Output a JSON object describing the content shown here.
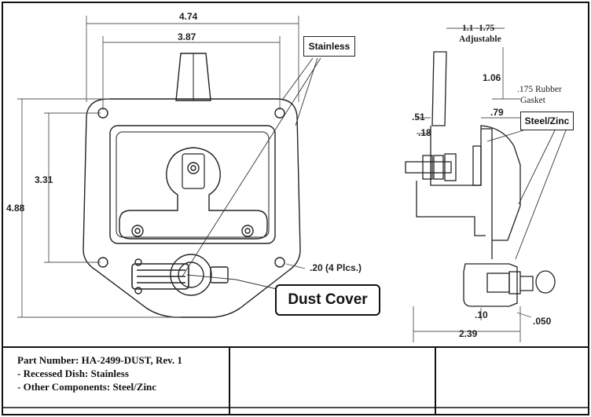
{
  "front_view": {
    "overall_width": "4.74",
    "hole_spacing_width": "3.87",
    "overall_height": "4.88",
    "hole_spacing_height": "3.31",
    "hole_size": ".20 (4 Plcs.)"
  },
  "side_view": {
    "adjustable_range": "1.1 -1.75",
    "adjustable_label": "Adjustable",
    "dim_1_06": "1.06",
    "gasket_label": ".175 Rubber",
    "gasket_label_2": "Gasket",
    "dim_79": ".79",
    "dim_51": ".51",
    "dim_18": ".18",
    "dim_10": ".10",
    "dim_050": ".050",
    "dim_2_39": "2.39"
  },
  "callouts": {
    "stainless": "Stainless",
    "steel_zinc": "Steel/Zinc",
    "dust_cover": "Dust Cover"
  },
  "title_block": {
    "part_number": "Part Number: HA-2499-DUST, Rev. 1",
    "note_1": "- Recessed Dish: Stainless",
    "note_2": "- Other Components: Steel/Zinc"
  }
}
